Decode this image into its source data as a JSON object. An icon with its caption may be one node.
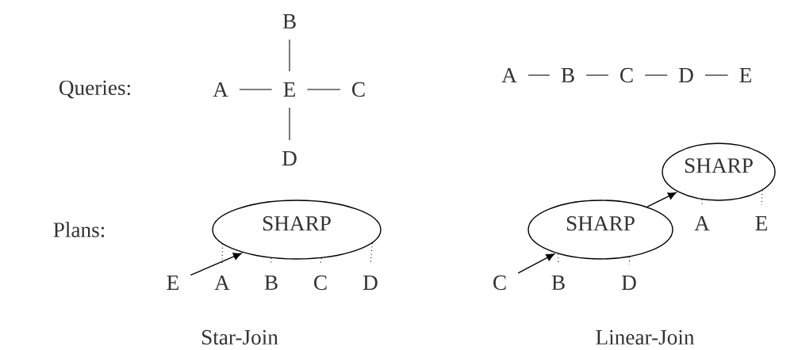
{
  "diagram": {
    "nodes": [
      {
        "text": [
          "B"
        ]
      },
      {
        "text": [
          "A"
        ]
      },
      {
        "text": [
          "E"
        ]
      },
      {
        "text": [
          "C"
        ]
      },
      {
        "text": [
          "D"
        ]
      },
      {
        "text": [
          "A"
        ]
      },
      {
        "text": [
          "B"
        ]
      },
      {
        "text": [
          "C"
        ]
      },
      {
        "text": [
          "D"
        ]
      },
      {
        "text": [
          "E"
        ]
      },
      {
        "text": [
          "SHARP"
        ]
      },
      {
        "text": [
          "E"
        ]
      },
      {
        "text": [
          "A"
        ]
      },
      {
        "text": [
          "B"
        ]
      },
      {
        "text": [
          "C"
        ]
      },
      {
        "text": [
          "D"
        ]
      },
      {
        "text": [
          "SHARP"
        ]
      },
      {
        "text": [
          "A"
        ]
      },
      {
        "text": [
          "E"
        ]
      },
      {
        "text": [
          "SHARP"
        ]
      },
      {
        "text": [
          "C"
        ]
      },
      {
        "text": [
          "B"
        ]
      },
      {
        "text": [
          "D"
        ]
      }
    ],
    "edges": [
      {
        "from": 2,
        "to": 0,
        "arrow": "none"
      },
      {
        "from": 1,
        "to": 2,
        "arrow": "none"
      },
      {
        "from": 2,
        "to": 3,
        "arrow": "none"
      },
      {
        "from": 2,
        "to": 4,
        "arrow": "none"
      },
      {
        "from": 5,
        "to": 6,
        "arrow": "none"
      },
      {
        "from": 6,
        "to": 7,
        "arrow": "none"
      },
      {
        "from": 7,
        "to": 8,
        "arrow": "none"
      },
      {
        "from": 8,
        "to": 9,
        "arrow": "none"
      },
      {
        "from": 11,
        "to": 10,
        "arrow": "to"
      },
      {
        "from": 10,
        "to": 12,
        "arrow": "none",
        "style": "dashed"
      },
      {
        "from": 10,
        "to": 13,
        "arrow": "none",
        "style": "dashed"
      },
      {
        "from": 10,
        "to": 14,
        "arrow": "none",
        "style": "dashed"
      },
      {
        "from": 10,
        "to": 15,
        "arrow": "none",
        "style": "dashed"
      },
      {
        "from": 20,
        "to": 19,
        "arrow": "to"
      },
      {
        "from": 19,
        "to": 16,
        "arrow": "to"
      },
      {
        "from": 19,
        "to": 21,
        "arrow": "none",
        "style": "dashed"
      },
      {
        "from": 19,
        "to": 22,
        "arrow": "none",
        "style": "dashed"
      },
      {
        "from": 16,
        "to": 17,
        "arrow": "none",
        "style": "dashed"
      },
      {
        "from": 16,
        "to": 18,
        "arrow": "none",
        "style": "dashed"
      }
    ],
    "labels": [
      "Queries:",
      "Plans:",
      "Star-Join",
      "Linear-Join"
    ]
  }
}
